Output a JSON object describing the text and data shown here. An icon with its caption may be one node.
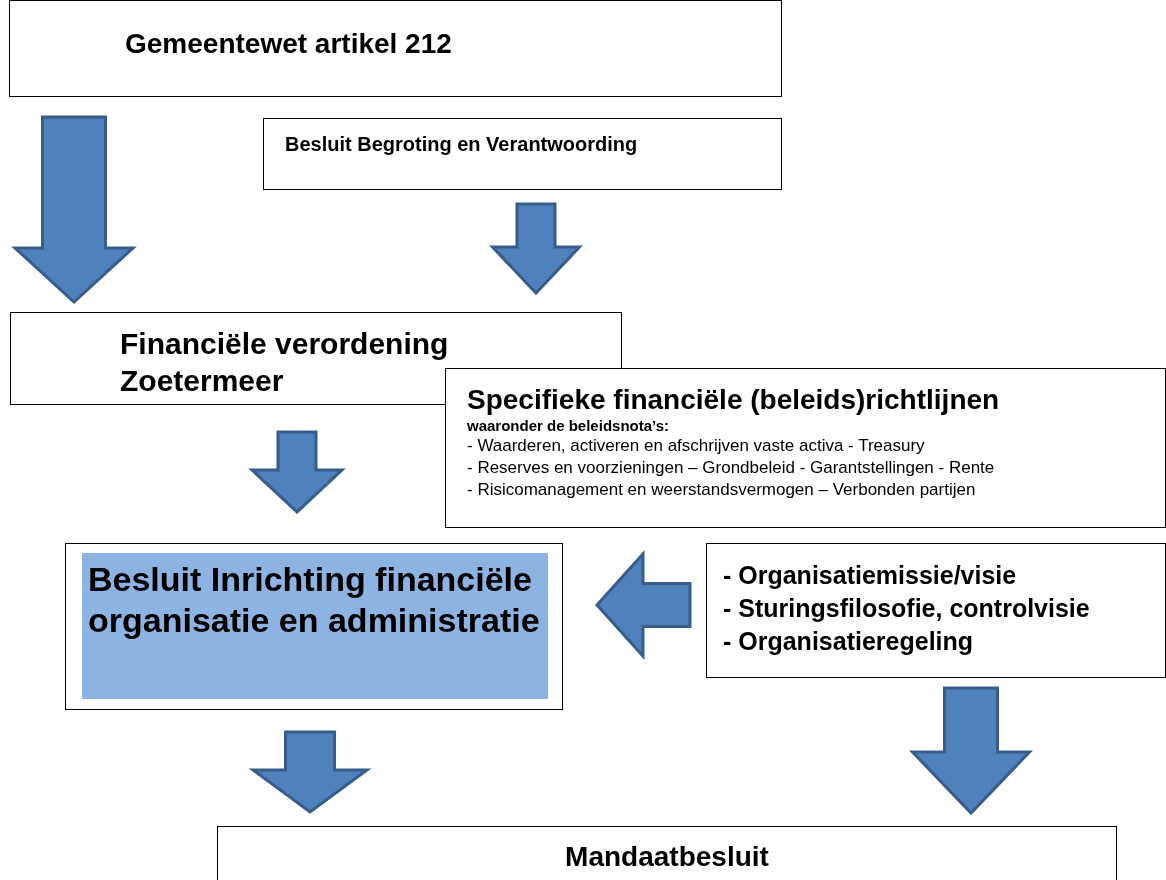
{
  "diagram": {
    "nodes": [
      {
        "text": [
          "Gemeentewet artikel 212"
        ]
      },
      {
        "text": [
          "Besluit Begroting en Verantwoording"
        ]
      },
      {
        "text": [
          "Financiële verordening Zoetermeer"
        ]
      },
      {
        "text": [
          "Specifieke financiële (beleids)richtlijnen",
          "waaronder de beleidsnota’s:",
          "- Waarderen, activeren en afschrijven vaste activa - Treasury",
          "- Reserves en voorzieningen – Grondbeleid - Garantstellingen - Rente",
          "- Risicomanagement en weerstandsvermogen – Verbonden partijen"
        ]
      },
      {
        "text": [
          "Besluit Inrichting financiële organisatie en administratie"
        ]
      },
      {
        "text": [
          "- Organisatiemissie/visie",
          "- Sturingsfilosofie, controlvisie",
          "- Organisatieregeling"
        ]
      },
      {
        "text": [
          "Mandaatbesluit"
        ]
      }
    ],
    "edges": [
      {
        "from": 0,
        "to": 2,
        "arrow": "to"
      },
      {
        "from": 1,
        "to": 2,
        "arrow": "to"
      },
      {
        "from": 2,
        "to": 4,
        "arrow": "to"
      },
      {
        "from": 5,
        "to": 4,
        "arrow": "to"
      },
      {
        "from": 4,
        "to": 6,
        "arrow": "to"
      },
      {
        "from": 5,
        "to": 6,
        "arrow": "to"
      }
    ]
  }
}
